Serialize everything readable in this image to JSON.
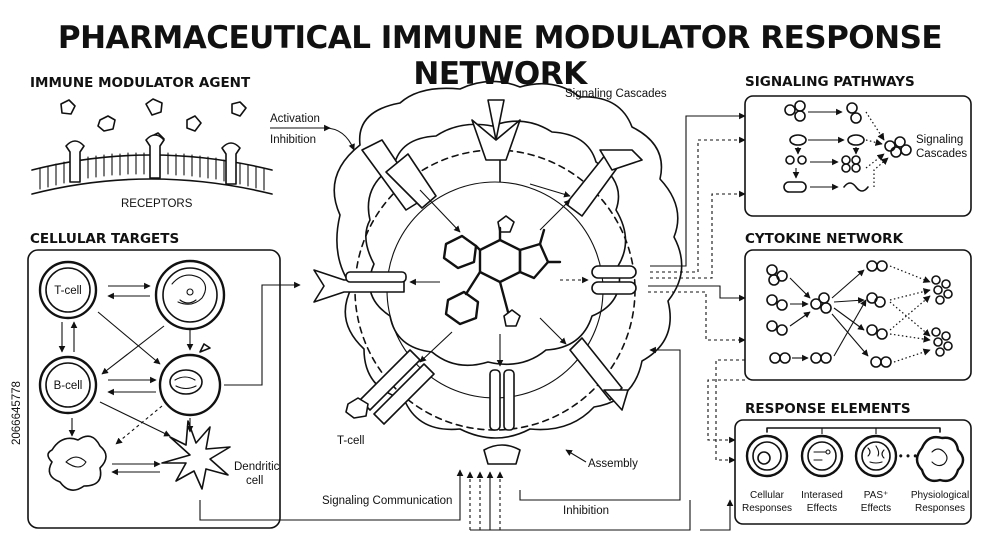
{
  "title": "PHARMACEUTICAL IMMUNE MODULATOR RESPONSE NETWORK",
  "sections": {
    "immune_agent": "IMMUNE MODULATOR AGENT",
    "cellular_targets": "CELLULAR TARGETS",
    "signaling_pathways": "SIGNALING PATHWAYS",
    "cytokine_network": "CYTOKINE NETWORK",
    "response_elements": "RESPONSE ELEMENTS"
  },
  "labels": {
    "receptors": "RECEPTORS",
    "activation": "Activation",
    "inhibition_top": "Inhibition",
    "signaling_cascades_top": "Signaling Cascades",
    "t_cell_center": "T-cell",
    "assembly": "Assembly",
    "signaling_communication": "Signaling Communication",
    "inhibition_bottom": "Inhibition",
    "pathways_signaling": "Signaling",
    "pathways_cascades": "Cascades"
  },
  "cells": {
    "t_cell": "T-cell",
    "b_cell": "B-cell",
    "dendritic_line1": "Dendritic",
    "dendritic_line2": "cell"
  },
  "responses": [
    {
      "line1": "Cellular",
      "line2": "Responses"
    },
    {
      "line1": "Interased",
      "line2": "Effects"
    },
    {
      "line1": "PAS⁺",
      "line2": "Effects"
    },
    {
      "line1": "Physiological",
      "line2": "Responses"
    }
  ],
  "watermark": "2066645778"
}
